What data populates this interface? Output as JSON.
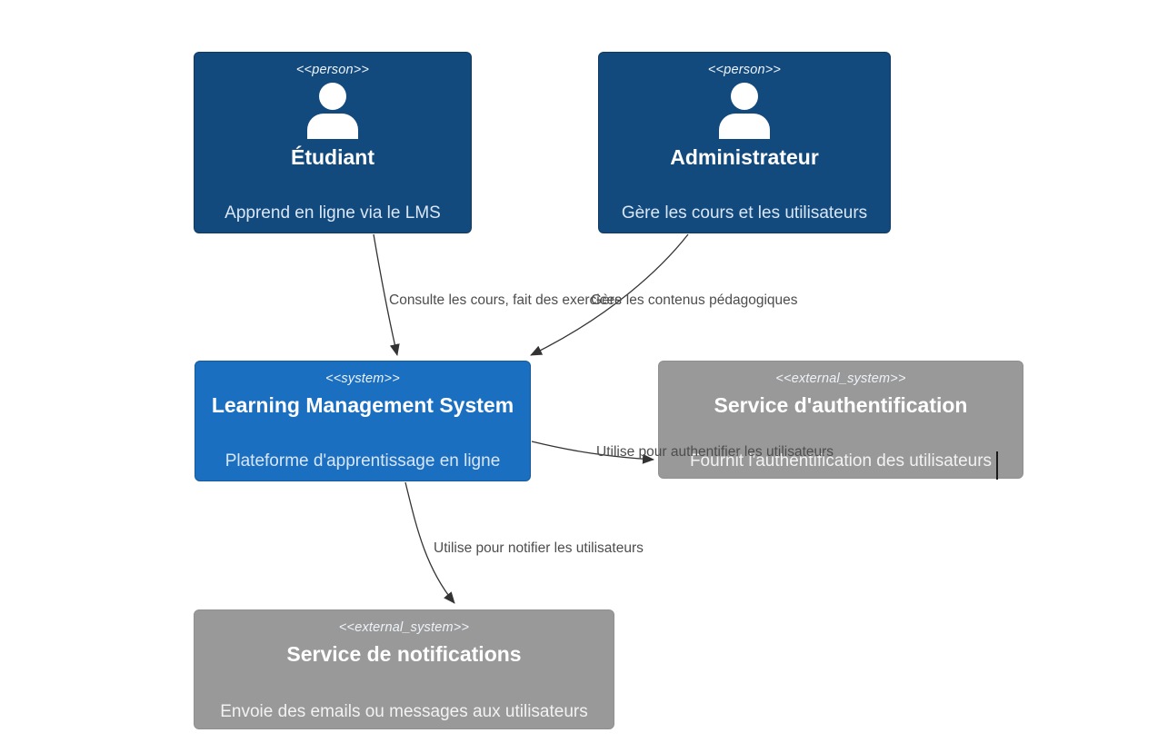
{
  "colors": {
    "person_fill": "#134a7d",
    "person_border": "#0d3a64",
    "system_fill": "#1b6fc1",
    "system_border": "#155a9c",
    "external_fill": "#999999",
    "external_border": "#8f8f8f",
    "arrow_color": "#333333",
    "label_color": "#4d4d4d"
  },
  "nodes": [
    {
      "type": "person",
      "stereotype": "<<person>>",
      "title": "Étudiant",
      "description": "Apprend en ligne via le LMS"
    },
    {
      "type": "person",
      "stereotype": "<<person>>",
      "title": "Administrateur",
      "description": "Gère les cours et les utilisateurs"
    },
    {
      "type": "system",
      "stereotype": "<<system>>",
      "title": "Learning Management System",
      "description": "Plateforme d'apprentissage en ligne"
    },
    {
      "type": "external",
      "stereotype": "<<external_system>>",
      "title": "Service d'authentification",
      "description": "Fournit l'authentification des utilisateurs"
    },
    {
      "type": "external",
      "stereotype": "<<external_system>>",
      "title": "Service de notifications",
      "description": "Envoie des emails ou messages aux utilisateurs"
    }
  ],
  "edges": [
    {
      "label": "Consulte les cours, fait des exercices"
    },
    {
      "label": "Gère les contenus pédagogiques"
    },
    {
      "label": "Utilise pour authentifier les utilisateurs"
    },
    {
      "label": "Utilise pour notifier les utilisateurs"
    }
  ]
}
